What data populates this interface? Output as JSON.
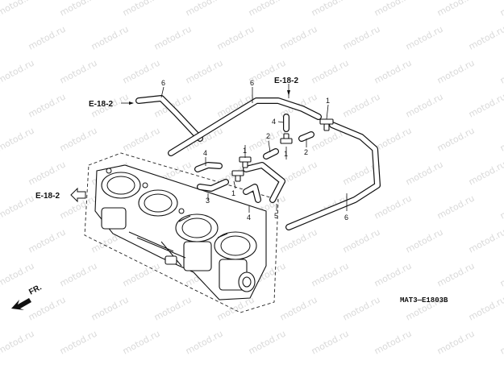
{
  "watermark": "motod.ru",
  "diagram_code": "MAT3—E1803B",
  "front_label": "FR.",
  "refs": {
    "left_tube": "E-18-2",
    "top_right": "E-18-2",
    "throttle_body": "E-18-2"
  },
  "callouts": {
    "p6_a": "6",
    "p6_b": "6",
    "p6_c": "6",
    "p1_a": "1",
    "p1_b": "1",
    "p1_c": "1",
    "p2_a": "2",
    "p2_b": "2",
    "p3": "3",
    "p4_a": "4",
    "p4_b": "4",
    "p4_c": "4",
    "p5": "5"
  }
}
